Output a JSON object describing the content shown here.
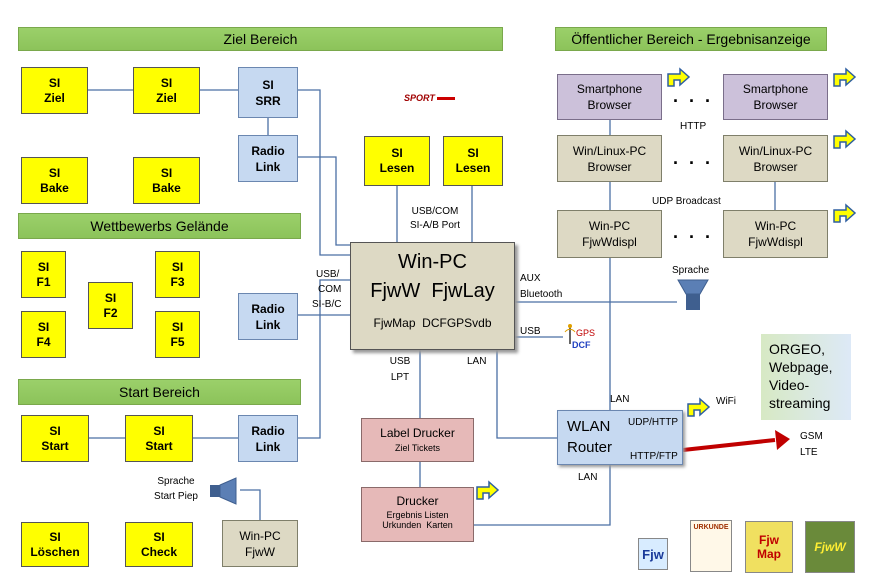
{
  "banners": {
    "ziel": "Ziel Bereich",
    "oeff": "Öffentlicher Bereich -  Ergebnisanzeige",
    "wett": "Wettbewerbs Gelände",
    "start": "Start Bereich"
  },
  "si": {
    "l1": "SI",
    "ziel": "Ziel",
    "bake": "Bake",
    "srr": "SRR",
    "f1": "F1",
    "f2": "F2",
    "f3": "F3",
    "f4": "F4",
    "f5": "F5",
    "start": "Start",
    "loeschen": "Löschen",
    "check": "Check",
    "lesen": "Lesen"
  },
  "radio": {
    "l1": "Radio",
    "l2": "Link"
  },
  "main_pc": {
    "title": "Win-PC",
    "line2": "FjwW  FjwLay",
    "bottom": "FjwMap  DCFGPSvdb"
  },
  "labels": {
    "usb_com": "USB/COM",
    "si_ab": "SI-A/B Port",
    "usb_l": "USB/",
    "com_l": "COM",
    "sibc": "SI-B/C",
    "aux": "AUX",
    "bt": "Bluetooth",
    "usb_r": "USB",
    "usb_b": "USB",
    "lpt": "LPT",
    "lan": "LAN",
    "http": "HTTP",
    "udp": "UDP Broadcast",
    "sprache": "Sprache",
    "wifi": "WiFi",
    "lan_router": "LAN",
    "lan_bottom": "LAN",
    "gsm": "GSM",
    "lte": "LTE",
    "udp_http": "UDP/HTTP",
    "http_ftp": "HTTP/FTP",
    "sprache_start": "Sprache",
    "start_piep": "Start Piep"
  },
  "right_boxes": {
    "smartphone": "Smartphone",
    "browser": "Browser",
    "winlinux": "Win/Linux-PC",
    "winpc": "Win-PC",
    "fjwwdispl": "FjwWdispl",
    "dots": ". . ."
  },
  "wlan": {
    "l1": "WLAN",
    "l2": "Router"
  },
  "orgeo": {
    "l1": "ORGEO,",
    "l2": "Webpage,",
    "l3": "Video-",
    "l4": "streaming"
  },
  "printers": {
    "label": "Label Drucker",
    "label_sub": "Ziel Tickets",
    "drucker": "Drucker",
    "drucker_sub1": "Ergebnis Listen",
    "drucker_sub2": "Urkunden  Karten"
  },
  "winpc_small": {
    "l1": "Win-PC",
    "l2": "FjwW"
  },
  "logos": {
    "sport": "SPORT",
    "gps": "GPS",
    "dcf": "DCF",
    "fjw": "Fjw",
    "urkunde": "URKUNDE",
    "fjwmap": "Fjw Map",
    "fjww": "FjwW"
  }
}
